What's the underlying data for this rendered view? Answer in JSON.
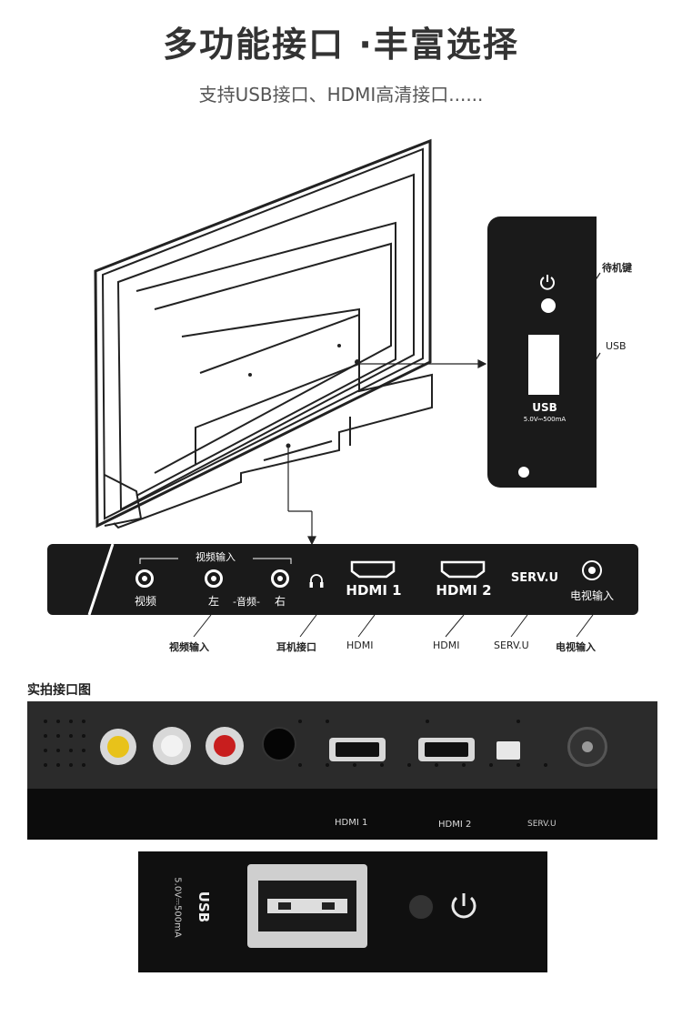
{
  "header": {
    "title": "多功能接口 ·丰富选择",
    "subtitle": "支持USB接口、HDMI高清接口......"
  },
  "side_panel": {
    "power_label": "待机键",
    "usb_label": "USB",
    "usb_port_text": "USB",
    "usb_spec": "5.0V⎓500mA"
  },
  "port_panel": {
    "video_input_group": "视频输入",
    "video_port": "视频",
    "left_port": "左",
    "audio_text": "-音频-",
    "right_port": "右",
    "hdmi1": "HDMI 1",
    "hdmi2": "HDMI 2",
    "servu": "SERV.U",
    "tv_input": "电视输入"
  },
  "callouts": {
    "video_input": "视频输入",
    "headphone": "耳机接口",
    "hdmi_a": "HDMI",
    "hdmi_b": "HDMI",
    "servu": "SERV.U",
    "tv_input": "电视输入"
  },
  "photo_section": {
    "label": "实拍接口图",
    "strip_hdmi1": "HDMI 1",
    "strip_hdmi2": "HDMI 2",
    "strip_servu": "SERV.U",
    "usb_text": "USB",
    "usb_spec": "5.0V⎓500mA"
  },
  "colors": {
    "panel": "#1a1a1a",
    "rca_yellow": "#e8c21a",
    "rca_white": "#e8e8e8",
    "rca_red": "#c81e1e"
  }
}
